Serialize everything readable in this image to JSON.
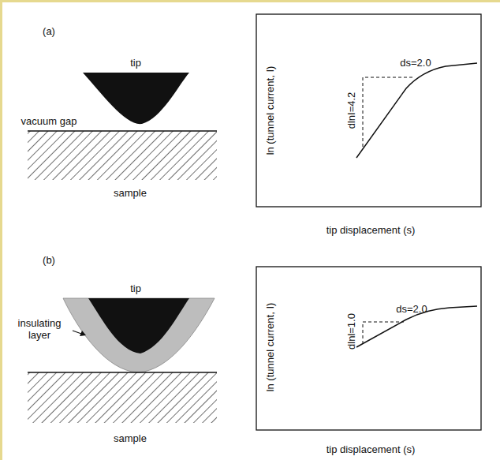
{
  "diagram": {
    "labels": [
      "(a)",
      "tip",
      "vacuum gap",
      "sample",
      "ln (tunnel current, I)",
      "tip displacement (s)",
      "ds=2.0",
      "dlnI=4.2",
      "(b)",
      "tip",
      "insulating layer",
      "sample",
      "ln (tunnel current, I)",
      "tip displacement (s)",
      "ds=2.0",
      "dlnl=1.0"
    ]
  }
}
